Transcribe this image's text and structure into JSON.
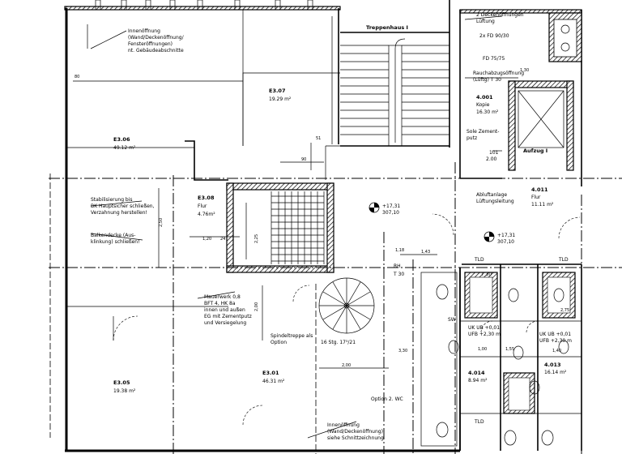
{
  "rooms": {
    "e307": {
      "id": "E3.07",
      "area": "19.29 m²"
    },
    "e306": {
      "id": "E3.06",
      "area": "49.12 m²"
    },
    "e308": {
      "id": "E3.08",
      "line1": "Flur",
      "area": "4.76m²"
    },
    "e305": {
      "id": "E3.05",
      "area": "19.38 m²"
    },
    "e301": {
      "id": "E3.01",
      "area": "46.31 m²"
    },
    "r4001": {
      "id": "4.001",
      "name": "Kopie",
      "area": "16.30 m²"
    },
    "r4011": {
      "id": "4.011",
      "name": "Flur",
      "area": "11.11 m²"
    },
    "r4014": {
      "id": "4.014",
      "area": "8.94 m²"
    },
    "r4013": {
      "id": "4.013",
      "area": "16.14 m²"
    },
    "r101": {
      "id": "101",
      "area": "2.00"
    }
  },
  "labels": {
    "stair": "Treppenhaus I",
    "aufzug": "Aufzug I",
    "ms1": "Innenöffnung",
    "ms2": "(Wand/Deckenöffnung/",
    "ms3": "Fensteröffnungen)",
    "ms4": "nt. Gebäudeabschnitte",
    "ms5": "Stabilisierung bis",
    "ms6": "BK Hauptsicher schließen,",
    "ms7": "Verzahnung herstellen!",
    "ms8": "Balkendecke (Aus-",
    "ms9": "klinkung) schließen!",
    "ms10": "Mauerwerk 0,8",
    "ms11": "BFT 4, HK 8a",
    "ms12": "innen und außen",
    "ms13": "EG mit Zementputz",
    "ms14": "und Versiegelung",
    "spiral1": "Spindeltreppe als",
    "spiral2": "Option",
    "stairCount": "16 Stg. 17⁵/21",
    "option": "Option 2. WC",
    "bottom1": "Innenöffnung",
    "bottom2": "(Wand/Deckenöffnung)",
    "bottom3": "siehe Schnittzeichnung",
    "topR1": "2 Deckenöffnungen",
    "topR2": "Lüftung",
    "topR3": "2x FD 90/30",
    "fd": "FD 75/75",
    "rauch1": "Rauchabzugsöffnung",
    "rauch2": "(Lüftg) T 30",
    "zement1": "Sole Zement-",
    "zement2": "putz",
    "abl1": "Abluftanlage",
    "abl2": "Lüftungsleitung",
    "t30": "T 30",
    "t30b": "T 30",
    "rh": "RH",
    "uk1": "UK UB +0,01",
    "uk2": "UFB +2,30 m",
    "uk3": "UK UB +0,01",
    "uk4": "UFB +2,30 m",
    "lvl1": "+17,31",
    "lvl1b": "307,10",
    "lvl2": "+17,31",
    "lvl2b": "307,10",
    "sw": "SW",
    "tuer1": "TLD",
    "tuer2": "TLD",
    "tuer3": "TLD"
  },
  "dims": {
    "d80": "80",
    "d250": "2,50",
    "d120": "1,20",
    "d24": "24",
    "d225": "2,25",
    "d200": "2,00",
    "d330": "3,30",
    "d143": "1,43",
    "d118": "1,18",
    "d51": "51",
    "d90": "90",
    "d130": "1,30",
    "d100": "1,00",
    "d155": "1,55",
    "d275": "2,75",
    "d140": "1,40",
    "d200b": "2,00"
  }
}
